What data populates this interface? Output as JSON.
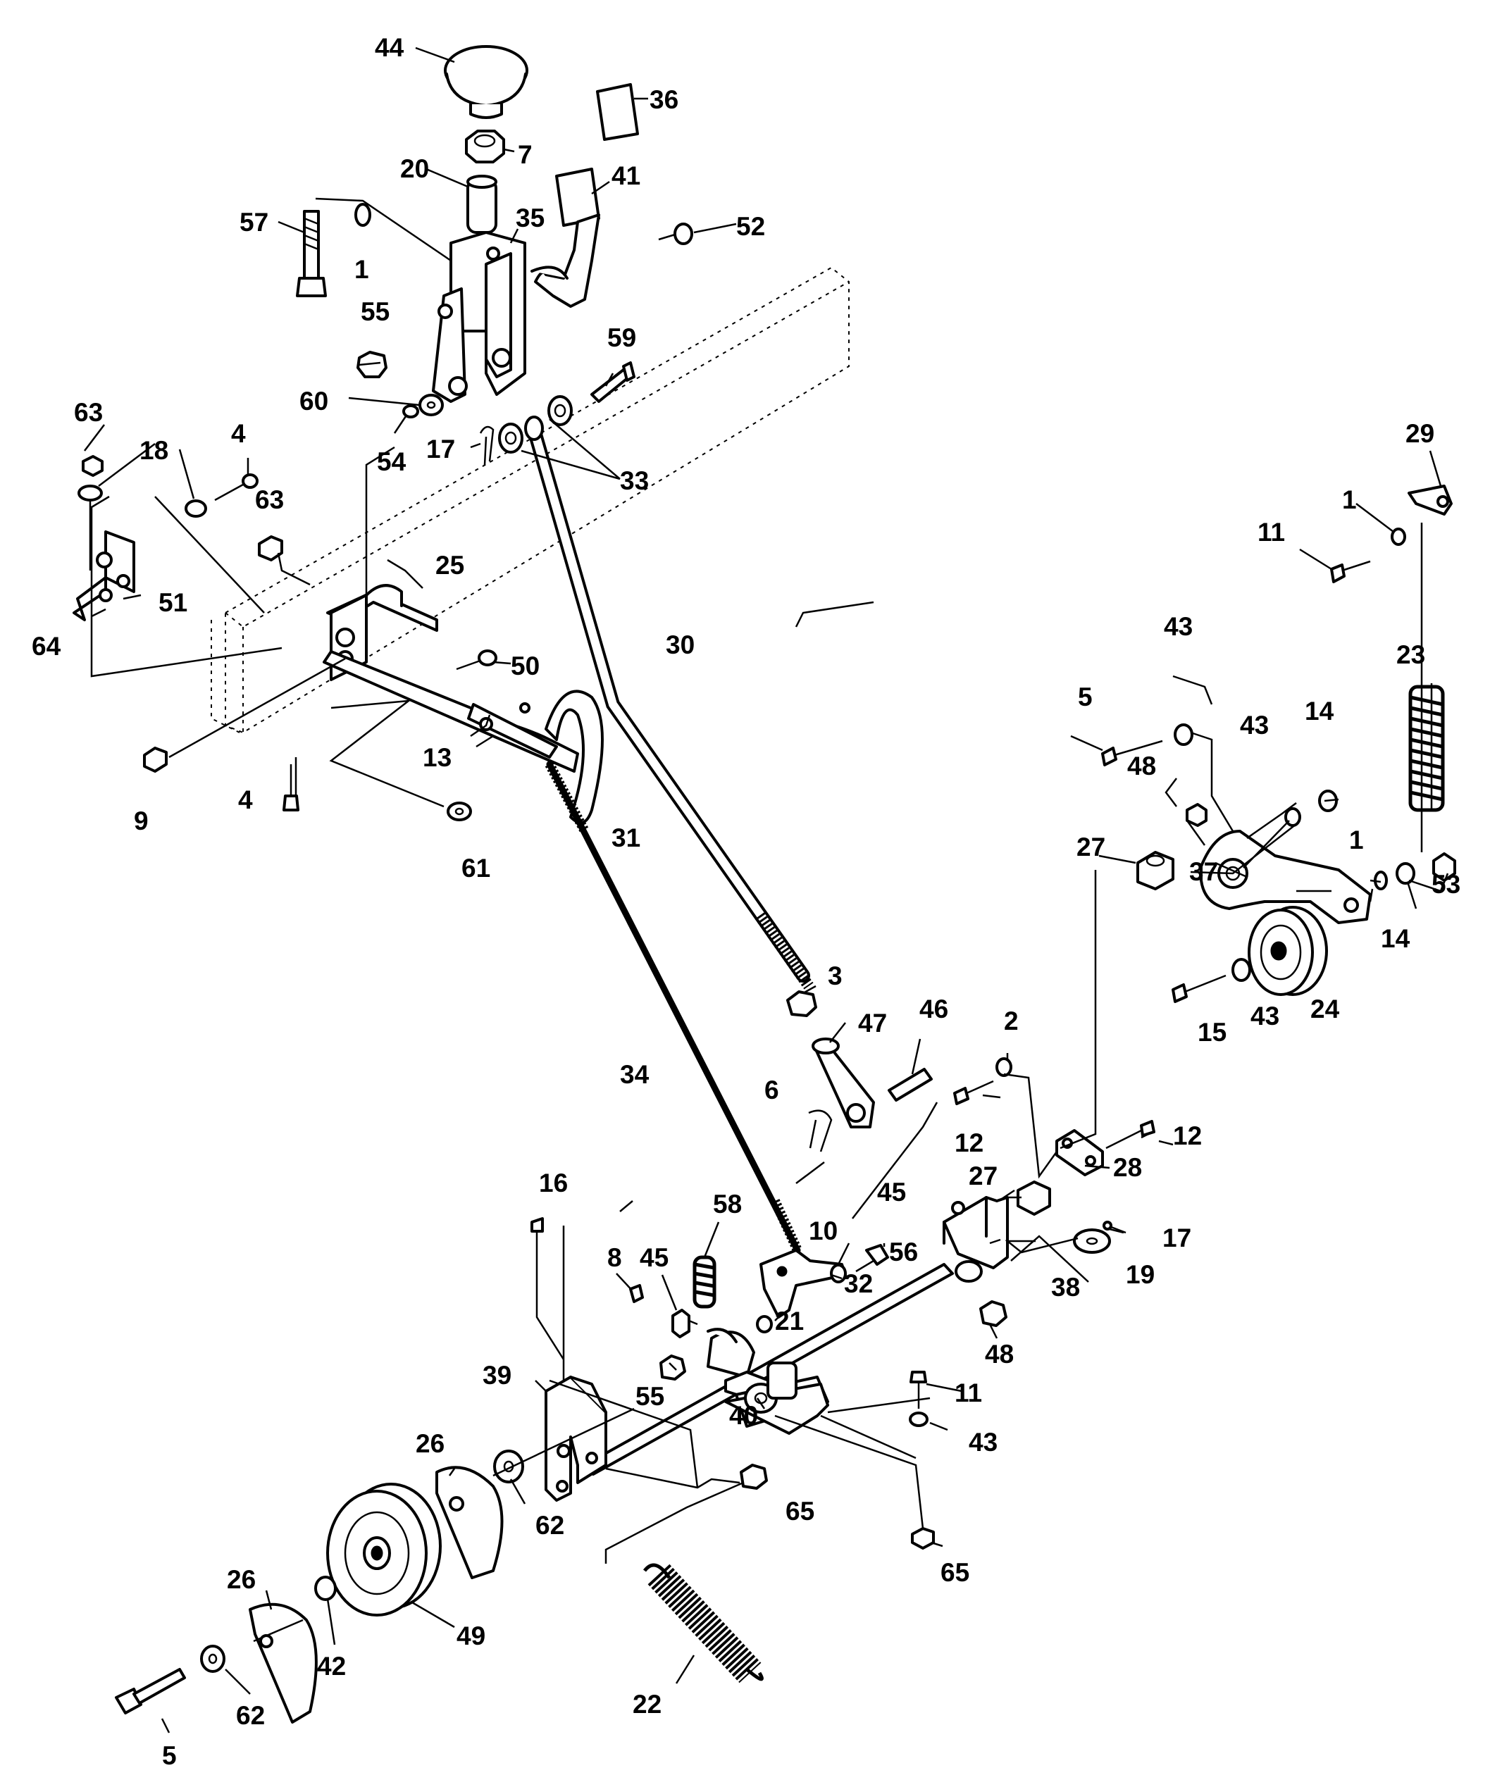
{
  "colors": {
    "ink": "#000000",
    "paper": "#ffffff"
  },
  "labels": [
    {
      "id": "44a",
      "text": "44"
    },
    {
      "id": "36a",
      "text": "36"
    },
    {
      "id": "7a",
      "text": "7"
    },
    {
      "id": "20a",
      "text": "20"
    },
    {
      "id": "41a",
      "text": "41"
    },
    {
      "id": "57a",
      "text": "57"
    },
    {
      "id": "35a",
      "text": "35"
    },
    {
      "id": "52a",
      "text": "52"
    },
    {
      "id": "1a",
      "text": "1"
    },
    {
      "id": "55a",
      "text": "55"
    },
    {
      "id": "59a",
      "text": "59"
    },
    {
      "id": "60a",
      "text": "60"
    },
    {
      "id": "54a",
      "text": "54"
    },
    {
      "id": "17a",
      "text": "17"
    },
    {
      "id": "33a",
      "text": "33"
    },
    {
      "id": "63a",
      "text": "63"
    },
    {
      "id": "18a",
      "text": "18"
    },
    {
      "id": "4a",
      "text": "4"
    },
    {
      "id": "63b",
      "text": "63"
    },
    {
      "id": "29a",
      "text": "29"
    },
    {
      "id": "1b",
      "text": "1"
    },
    {
      "id": "11a",
      "text": "11"
    },
    {
      "id": "25a",
      "text": "25"
    },
    {
      "id": "51a",
      "text": "51"
    },
    {
      "id": "64a",
      "text": "64"
    },
    {
      "id": "50a",
      "text": "50"
    },
    {
      "id": "30a",
      "text": "30"
    },
    {
      "id": "43a",
      "text": "43"
    },
    {
      "id": "23a",
      "text": "23"
    },
    {
      "id": "5a",
      "text": "5"
    },
    {
      "id": "43b",
      "text": "43"
    },
    {
      "id": "14a",
      "text": "14"
    },
    {
      "id": "48a",
      "text": "48"
    },
    {
      "id": "13a",
      "text": "13"
    },
    {
      "id": "9a",
      "text": "9"
    },
    {
      "id": "4b",
      "text": "4"
    },
    {
      "id": "31a",
      "text": "31"
    },
    {
      "id": "61a",
      "text": "61"
    },
    {
      "id": "27a",
      "text": "27"
    },
    {
      "id": "37a",
      "text": "37"
    },
    {
      "id": "1c",
      "text": "1"
    },
    {
      "id": "53a",
      "text": "53"
    },
    {
      "id": "14b",
      "text": "14"
    },
    {
      "id": "3a",
      "text": "3"
    },
    {
      "id": "15a",
      "text": "15"
    },
    {
      "id": "43c",
      "text": "43"
    },
    {
      "id": "24a",
      "text": "24"
    },
    {
      "id": "46a",
      "text": "46"
    },
    {
      "id": "47a",
      "text": "47"
    },
    {
      "id": "2a",
      "text": "2"
    },
    {
      "id": "34a",
      "text": "34"
    },
    {
      "id": "6a",
      "text": "6"
    },
    {
      "id": "12a",
      "text": "12"
    },
    {
      "id": "12b",
      "text": "12"
    },
    {
      "id": "28a",
      "text": "28"
    },
    {
      "id": "27b",
      "text": "27"
    },
    {
      "id": "16a",
      "text": "16"
    },
    {
      "id": "58a",
      "text": "58"
    },
    {
      "id": "45a",
      "text": "45"
    },
    {
      "id": "10a",
      "text": "10"
    },
    {
      "id": "17b",
      "text": "17"
    },
    {
      "id": "8a",
      "text": "8"
    },
    {
      "id": "45b",
      "text": "45"
    },
    {
      "id": "56a",
      "text": "56"
    },
    {
      "id": "19a",
      "text": "19"
    },
    {
      "id": "32a",
      "text": "32"
    },
    {
      "id": "38a",
      "text": "38"
    },
    {
      "id": "21a",
      "text": "21"
    },
    {
      "id": "48b",
      "text": "48"
    },
    {
      "id": "55b",
      "text": "55"
    },
    {
      "id": "11b",
      "text": "11"
    },
    {
      "id": "39a",
      "text": "39"
    },
    {
      "id": "40a",
      "text": "40"
    },
    {
      "id": "43d",
      "text": "43"
    },
    {
      "id": "26a",
      "text": "26"
    },
    {
      "id": "65a",
      "text": "65"
    },
    {
      "id": "62a",
      "text": "62"
    },
    {
      "id": "65b",
      "text": "65"
    },
    {
      "id": "26b",
      "text": "26"
    },
    {
      "id": "42a",
      "text": "42"
    },
    {
      "id": "49a",
      "text": "49"
    },
    {
      "id": "62b",
      "text": "62"
    },
    {
      "id": "5b",
      "text": "5"
    },
    {
      "id": "22a",
      "text": "22"
    }
  ]
}
